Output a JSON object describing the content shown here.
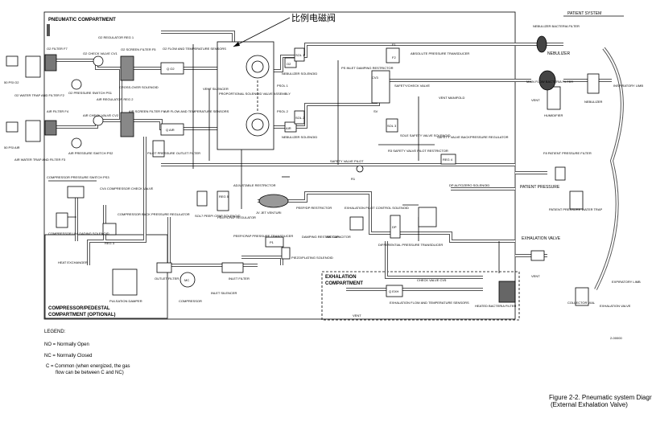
{
  "title_cn": "比例电磁阀",
  "compartments": {
    "pneumatic": "PNEUMATIC COMPARTMENT",
    "patient": "PATIENT SYSTEM",
    "compressor_line1": "COMPRESSOR/PEDESTAL",
    "compressor_line2": "COMPARTMENT (OPTIONAL)",
    "exhalation": "EXHALATION",
    "exhalation2": "COMPARTMENT"
  },
  "labels": {
    "o2_filter": "O2 FILTER F7",
    "o2_check": "O2 CHECK VALVE CV1",
    "o2_regulator": "O2 REGULATOR REG 1",
    "o2_screen": "O2 SCREEN FILTER F5",
    "o2_flow_sensor": "O2 FLOW AND TEMPERATURE SENSORS",
    "o2_pressure_switch": "O2 PRESSURE SWITCH PS1",
    "crossover": "CROSS-OVER SOLENOID",
    "air_regulator": "AIR REGULATOR REG 2",
    "air_check": "AIR CHECK VALVE CV2",
    "air_screen": "AIR SCREEN FILTER F6",
    "air_filter": "AIR FILTER F4",
    "air_flow_sensor": "AIR FLOW AND TEMPERATURE SENSORS",
    "air_pressure_switch": "AIR PRESSURE SWITCH PS2",
    "air_water_trap": "AIR WATER TRAP AND FILTER F3",
    "o2_water_trap": "O2 WATER TRAP AND FILTER F2",
    "psi_o2": "50 PSI O2",
    "psi_air": "50 PSI AIR",
    "q_o2": "Q O2",
    "q_air": "Q AIR",
    "vent_silencer": "VENT SILENCER",
    "proportional": "PROPORTIONAL SOLENOID VALVE ASSEMBLY",
    "psol1": "PSOL 1",
    "psol2": "PSOL 2",
    "sol1": "SOL 1",
    "sol2": "SOL 2",
    "o2": "O2",
    "air": "AIR",
    "neb_solenoid1": "NEBULIZER SOLENOID",
    "neb_solenoid2": "NEBULIZER SOLENOID",
    "pilot_outlet": "PILOT PRESSURE OUTLET FILTER",
    "f1": "F1",
    "f2": "F2",
    "absolute_transducer": "ABSOLUTE PRESSURE TRANSDUCER",
    "damping_restrictor": "PS INLET DAMPING RESTRICTOR",
    "cv3": "CV3",
    "safety_check": "SAFETY/CHECK VALVE",
    "sv": "SV",
    "vent_manifold": "VENT MANIFOLD",
    "sol3": "SOL 3",
    "safety_valve_sol": "SOLE SAFETY VALVE SOLENOID",
    "safety_backpressure": "SAFETY VALVE BACKPRESSURE REGULATOR",
    "reg4": "REG 4",
    "r3_pilot": "R3 SAFETY VALVE PILOT RESTRICTOR",
    "safety_pilot": "SAFETY VALVE PILOT",
    "r1": "R1",
    "nebulizer_bacteria": "NEBULIZER BACTERIA FILTER",
    "nebulizer": "NEBULIZER",
    "main_flow_filter": "MAIN FLOW BACTERIA FILTER",
    "humidifier": "HUMIDIFIER",
    "nebulizer_unit": "NEBULIZER",
    "inspiratory_limb": "INSPIRATORY LIMB",
    "patient_pressure": "PATIENT PRESSURE",
    "pp_filter": "F8 PATIENT PRESSURE FILTER",
    "pp_water_trap": "PATIENT PRESSURE WATER TRAP",
    "compressor_switch": "COMPRESSOR PRESSURE SWITCH PS3",
    "cv4": "CV4 COMPRESSOR CHECK VALVE",
    "sol2_unload": "COMPRESSOR UNLOADING SOLENOID",
    "comp_back_reg": "COMPRESSOR BACK PRESSURE REGULATOR",
    "reg3": "REG 3",
    "heat_exchanger": "HEAT EXCHANGER",
    "pulsation_damper": "PULSATION DAMPER",
    "f6_outlet": "OUTLET FILTER",
    "compressor": "COMPRESSOR",
    "mc": "MC",
    "inlet_silencer": "INLET SILENCER",
    "inlet_filter": "INLET FILTER",
    "peep_solenoid": "SOL7 PEEP/ CPAP SOLENOID",
    "peep_regulator": "PEEP/CPAP REGULATOR",
    "reg5": "REG 5",
    "adjustable_restrictor": "ADJUSTABLE RESTRICTOR",
    "jet_venturi": "JV JET VENTURI",
    "damping_r": "DAMPING RESTRICTOR",
    "peep_restrictor": "PEEP/DP RESTRICTOR",
    "air_capacitor": "AIR CAPACITOR",
    "exhalation_ctrl": "EXHALATION PILOT CONTROL SOLENOID",
    "dp": "DP",
    "diff_transducer": "DIFFERENTIAL PRESSURE TRANSDUCER",
    "autozero": "DP AUTOZERO SOLENOID",
    "psol_piezo": "PIEZO/PLATING SOLENOID",
    "p1": "P1",
    "peep_transducer": "PEEP/CPAP PRESSURE TRANSDUCER",
    "exh_valve": "EXHALATION VALVE",
    "exh_flow": "EXHALATION FLOW AND TEMPERATURE SENSORS",
    "qexh": "Q EXH",
    "check_valve_cv5": "CHECK VALVE CV5",
    "heated_filter": "HEATED BACTERIA FILTER",
    "collector_vial": "COLLECTOR VIAL",
    "expiratory_limb": "EXPIRATORY LIMB",
    "exhalation_valve_r": "EXHALATION VALVE",
    "exhalation_r": "EXHALATION",
    "vent_1": "VENT",
    "vent_2": "VENT",
    "vent_3": "VENT",
    "ref_no": "2-00000"
  },
  "legend": {
    "title": "LEGEND:",
    "no": "NO = Normally Open",
    "nc": "NC = Normally Closed",
    "c1": "C = Common (when energized, the gas",
    "c2": "flow can be between C and NC)"
  },
  "caption": {
    "line1": "Figure 2-2.  Pneumatic system Diagr",
    "line2": "(External Exhalation Valve)"
  }
}
